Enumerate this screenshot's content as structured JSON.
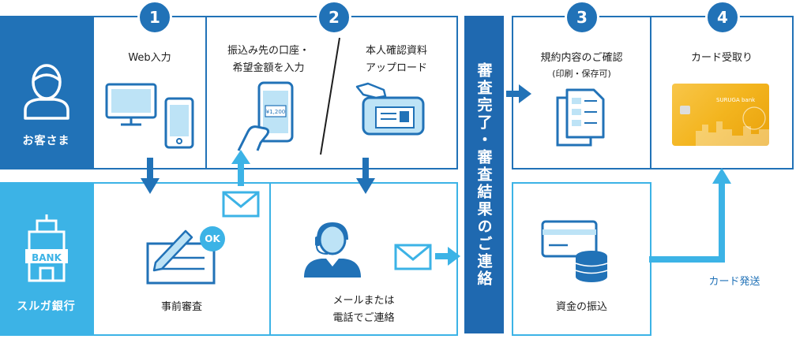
{
  "steps": {
    "s1": "1",
    "s2": "2",
    "s3": "3",
    "s4": "4"
  },
  "rows": {
    "customer": "お客さま",
    "bank": "スルガ銀行"
  },
  "customer": {
    "web_input": "Web入力",
    "transfer_line1": "振込み先の口座・",
    "transfer_line2": "希望金額を入力",
    "upload_line1": "本人確認資料",
    "upload_line2": "アップロード",
    "amount": "¥1,200",
    "terms_line1": "規約内容のご確認",
    "terms_line2": "(印刷・保存可)",
    "card_receive": "カード受取り",
    "card_brand": "SURUGA bank"
  },
  "bank": {
    "pre_review": "事前審査",
    "ok": "OK",
    "contact_line1": "メールまたは",
    "contact_line2": "電話でご連絡",
    "funds_transfer": "資金の振込",
    "card_ship": "カード発送",
    "bank_sign": "BANK"
  },
  "center_bar": "審査完了・審査結果のご連絡",
  "colors": {
    "dark_blue": "#2172b7",
    "light_blue": "#3cb3e6",
    "card_gold": "#f3b51f"
  }
}
